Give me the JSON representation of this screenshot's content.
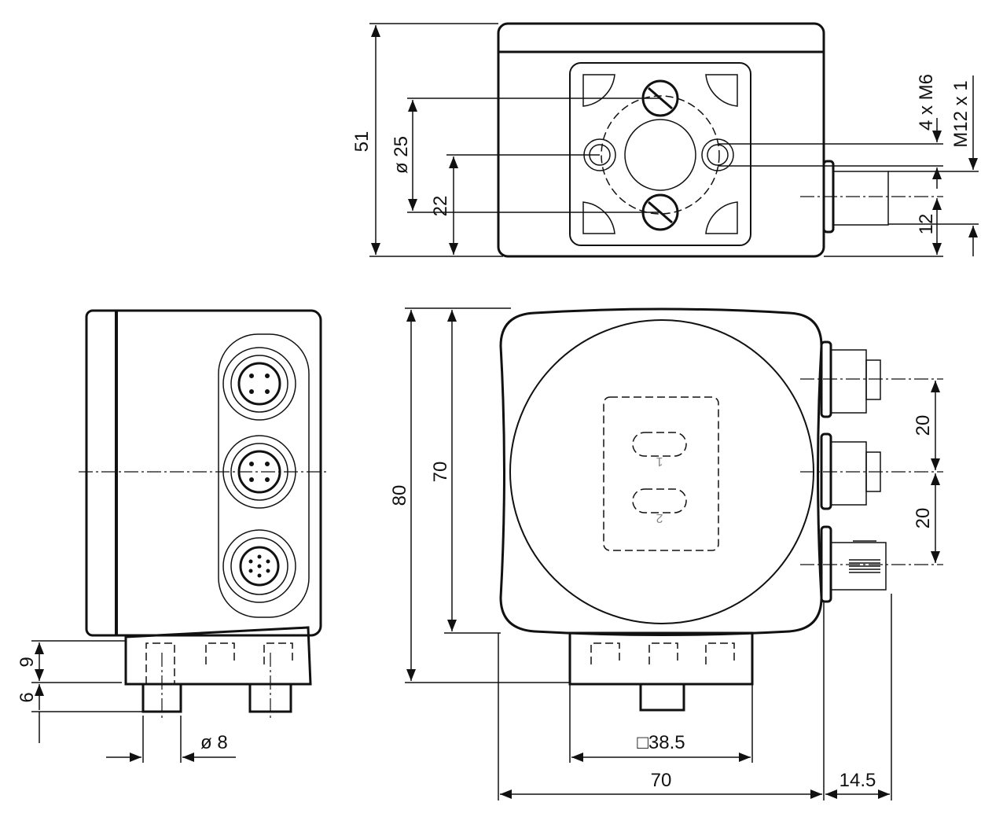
{
  "drawing": {
    "top_view": {
      "height": "51",
      "bolt_circle": "ø 25",
      "spacing": "22",
      "thread": "4 x M6",
      "connector_thread": "M12 x 1",
      "connector_offset": "12"
    },
    "front_view": {
      "height_total": "80",
      "height_body": "70",
      "connector_pitch_1": "20",
      "connector_pitch_2": "20",
      "flange": "□38.5",
      "width": "70",
      "connector_depth": "14.5",
      "led_1": "1",
      "led_2": "2"
    },
    "side_view": {
      "dim_9": "9",
      "dim_6": "6",
      "pin_diameter": "ø 8"
    }
  }
}
